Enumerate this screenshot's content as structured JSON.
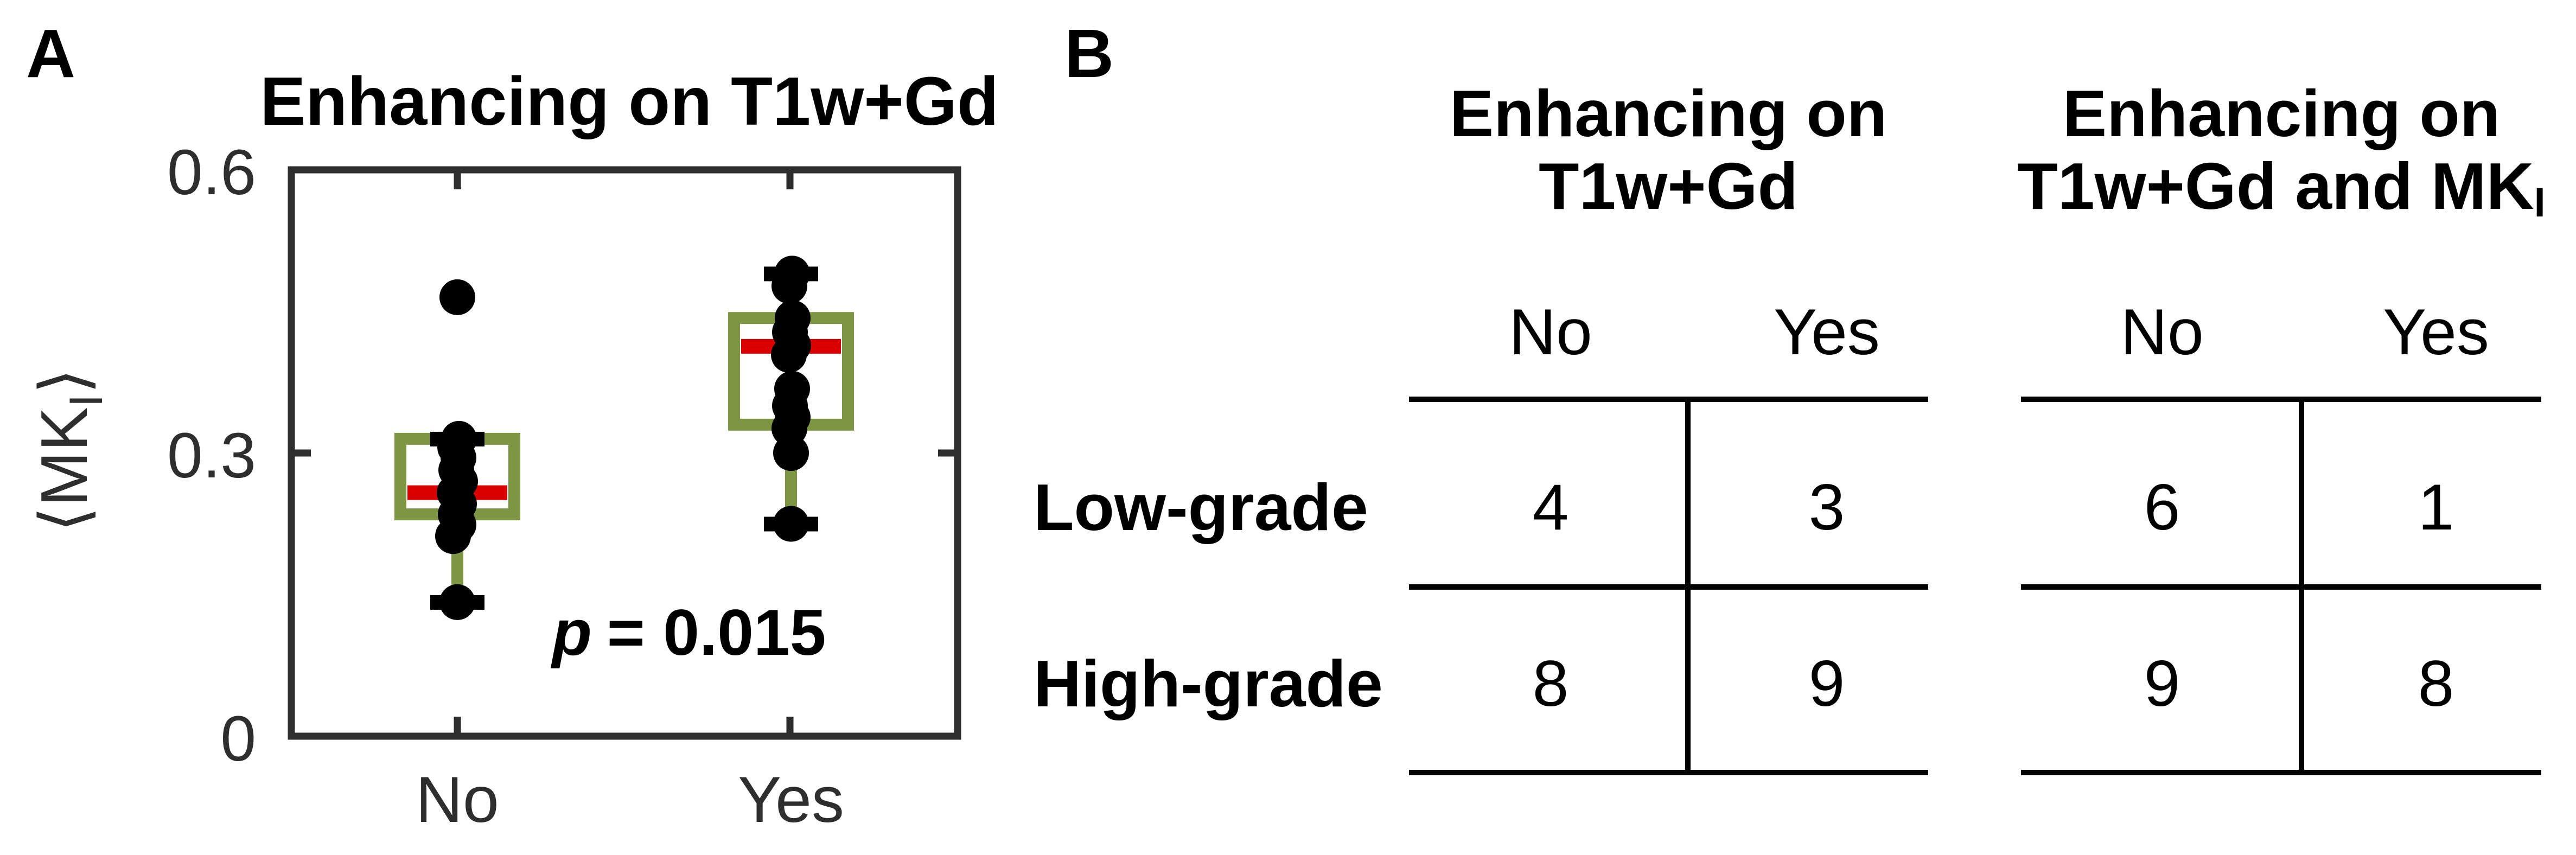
{
  "panel_a": {
    "label": "A",
    "title": "Enhancing on T1w+Gd",
    "ylabel_main": "⟨MK",
    "ylabel_sub": "I",
    "ylabel_close": "⟩",
    "p_italic": "p",
    "p_rest": "= 0.015"
  },
  "chart_data": {
    "type": "box",
    "title": "Enhancing on T1w+Gd",
    "xlabel": "",
    "ylabel": "<MK_I>",
    "ylim": [
      0,
      0.6
    ],
    "grid": false,
    "yticks": [
      {
        "value": 0,
        "label": "0"
      },
      {
        "value": 0.3,
        "label": "0.3"
      },
      {
        "value": 0.6,
        "label": "0.6"
      }
    ],
    "categories": [
      "No",
      "Yes"
    ],
    "p_value": 0.015,
    "p_value_label": "p = 0.015",
    "groups": [
      {
        "category": "No",
        "q1": 0.235,
        "median": 0.258,
        "q3": 0.315,
        "whisker_low": 0.142,
        "whisker_high": 0.315,
        "outliers": [
          0.465
        ],
        "points": [
          0.465,
          0.315,
          0.306,
          0.295,
          0.282,
          0.27,
          0.258,
          0.246,
          0.235,
          0.224,
          0.212,
          0.142
        ]
      },
      {
        "category": "Yes",
        "q1": 0.33,
        "median": 0.413,
        "q3": 0.443,
        "whisker_low": 0.225,
        "whisker_high": 0.49,
        "outliers": [],
        "points": [
          0.49,
          0.477,
          0.443,
          0.428,
          0.414,
          0.404,
          0.368,
          0.35,
          0.338,
          0.326,
          0.3,
          0.225
        ]
      }
    ]
  },
  "panel_b": {
    "label": "B",
    "row_labels": [
      "Low-grade",
      "High-grade"
    ],
    "tables": [
      {
        "title_line1": "Enhancing on",
        "title_line2": "T1w+Gd",
        "title_line2_sub": "",
        "col_headers": [
          "No",
          "Yes"
        ],
        "rows": [
          [
            "4",
            "3"
          ],
          [
            "8",
            "9"
          ]
        ]
      },
      {
        "title_line1": "Enhancing on",
        "title_line2": "T1w+Gd and MK",
        "title_line2_sub": "I",
        "col_headers": [
          "No",
          "Yes"
        ],
        "rows": [
          [
            "6",
            "1"
          ],
          [
            "9",
            "8"
          ]
        ]
      }
    ]
  },
  "colors": {
    "box": "#7E9544",
    "median": "#DB0000",
    "points": "#000000",
    "caps": "#000000",
    "axis": "#2E2E2E",
    "tick_text": "#2E2E2E",
    "text": "#000000"
  }
}
